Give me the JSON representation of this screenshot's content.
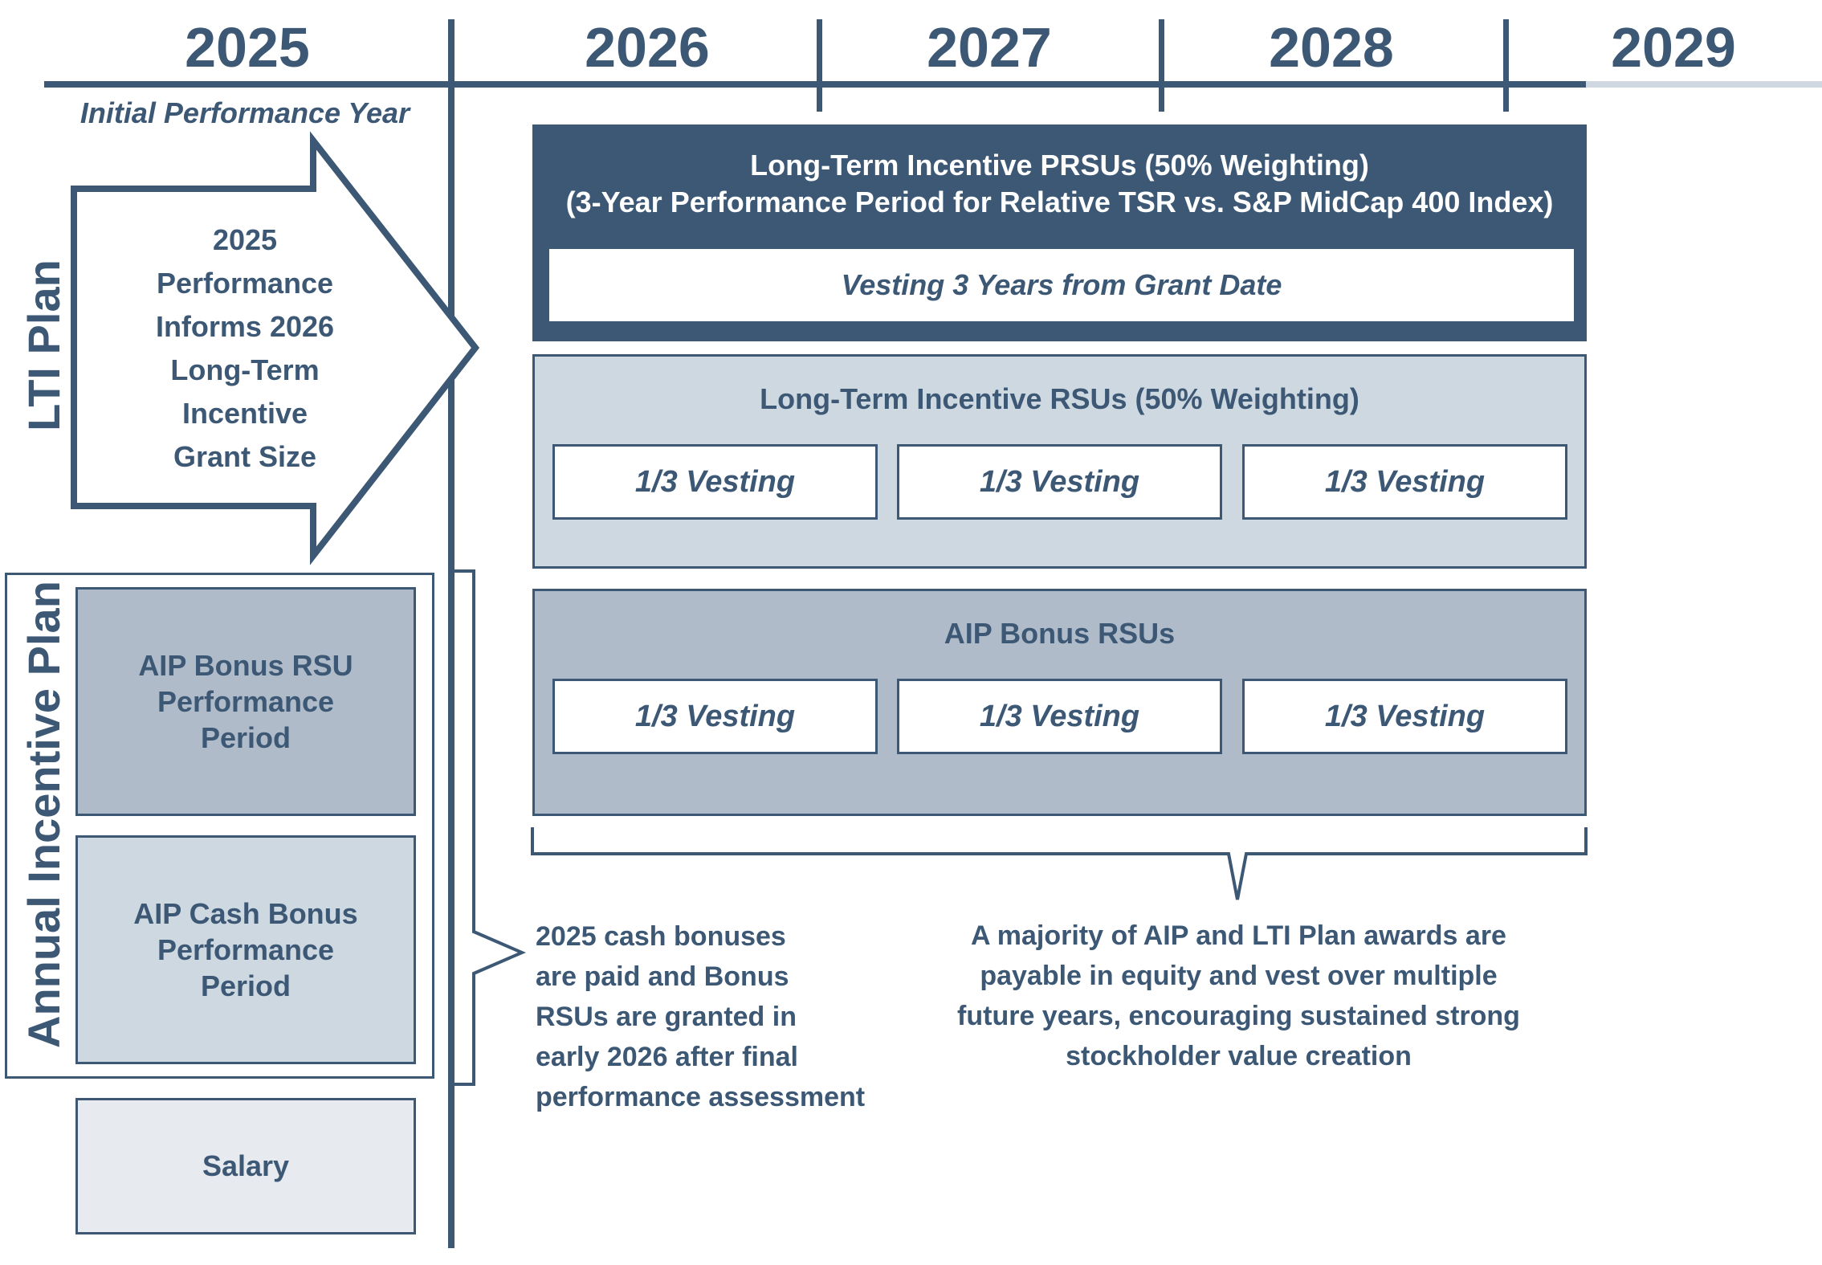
{
  "years": [
    "2025",
    "2026",
    "2027",
    "2028",
    "2029"
  ],
  "initial_performance_year": "Initial Performance Year",
  "side_labels": {
    "lti_plan": "LTI Plan",
    "annual_incentive_plan": "Annual Incentive Plan"
  },
  "arrow": {
    "lines": [
      "2025",
      "Performance",
      "Informs 2026",
      "Long-Term",
      "Incentive",
      "Grant Size"
    ]
  },
  "left_boxes": {
    "aip_bonus_rsu": [
      "AIP Bonus RSU",
      "Performance",
      "Period"
    ],
    "aip_cash_bonus": [
      "AIP Cash Bonus",
      "Performance",
      "Period"
    ],
    "salary": "Salary"
  },
  "prsu": {
    "title_line1": "Long-Term Incentive PRSUs (50% Weighting)",
    "title_line2": "(3-Year Performance Period for Relative TSR vs. S&P MidCap 400 Index)",
    "vesting": "Vesting 3 Years from Grant Date"
  },
  "rsu": {
    "title": "Long-Term Incentive RSUs (50% Weighting)",
    "vesting": [
      "1/3 Vesting",
      "1/3 Vesting",
      "1/3 Vesting"
    ]
  },
  "aip_rsu": {
    "title": "AIP Bonus RSUs",
    "vesting": [
      "1/3 Vesting",
      "1/3 Vesting",
      "1/3 Vesting"
    ]
  },
  "notes": {
    "cash": [
      "2025 cash bonuses",
      "are paid and Bonus",
      "RSUs are granted in",
      "early 2026 after final",
      "performance assessment"
    ],
    "majority": [
      "A majority of AIP and LTI Plan awards are",
      "payable in equity and vest over multiple",
      "future years, encouraging sustained strong",
      "stockholder value creation"
    ]
  },
  "colors": {
    "dark_navy": "#3c5875",
    "medium_blue_gray": "#afbbc9",
    "light_blue_gray": "#ced8e1",
    "very_light": "#e7ebef",
    "light_rule": "#cfd8e0"
  }
}
